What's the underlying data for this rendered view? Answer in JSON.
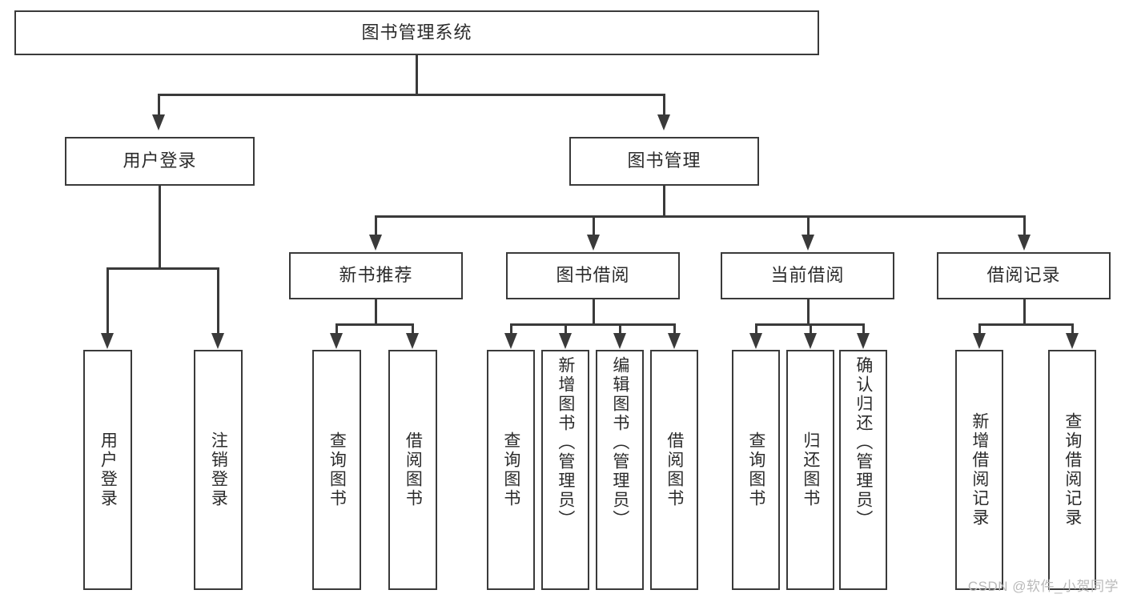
{
  "diagram": {
    "type": "tree-hierarchy-flowchart",
    "title": "图书管理系统",
    "root": {
      "id": "root",
      "label": "图书管理系统"
    },
    "level2": [
      {
        "id": "user-login",
        "label": "用户登录"
      },
      {
        "id": "book-management",
        "label": "图书管理"
      }
    ],
    "level3": [
      {
        "id": "new-book-recommend",
        "label": "新书推荐",
        "parent": "book-management"
      },
      {
        "id": "book-borrow",
        "label": "图书借阅",
        "parent": "book-management"
      },
      {
        "id": "current-borrow",
        "label": "当前借阅",
        "parent": "book-management"
      },
      {
        "id": "borrow-record",
        "label": "借阅记录",
        "parent": "book-management"
      }
    ],
    "leaves": {
      "user_login": [
        {
          "id": "leaf-user-login",
          "label": "用户登录"
        },
        {
          "id": "leaf-user-logout",
          "label": "注销登录"
        }
      ],
      "new_book_recommend": [
        {
          "id": "leaf-query-book-1",
          "label": "查询图书"
        },
        {
          "id": "leaf-borrow-book-1",
          "label": "借阅图书"
        }
      ],
      "book_borrow": [
        {
          "id": "leaf-query-book-2",
          "label": "查询图书"
        },
        {
          "id": "leaf-add-book",
          "label": "新增图书（管理员）"
        },
        {
          "id": "leaf-edit-book",
          "label": "编辑图书（管理员）"
        },
        {
          "id": "leaf-borrow-book-2",
          "label": "借阅图书"
        }
      ],
      "current_borrow": [
        {
          "id": "leaf-query-book-3",
          "label": "查询图书"
        },
        {
          "id": "leaf-return-book",
          "label": "归还图书"
        },
        {
          "id": "leaf-confirm-return",
          "label": "确认归还（管理员）"
        }
      ],
      "borrow_record": [
        {
          "id": "leaf-add-record",
          "label": "新增借阅记录"
        },
        {
          "id": "leaf-query-record",
          "label": "查询借阅记录"
        }
      ]
    },
    "watermark": "CSDN @软件_小贺同学",
    "colors": {
      "border": "#3a3a3a",
      "text": "#2b2b2b",
      "background": "#ffffff",
      "watermark": "#b9b9b9"
    }
  }
}
